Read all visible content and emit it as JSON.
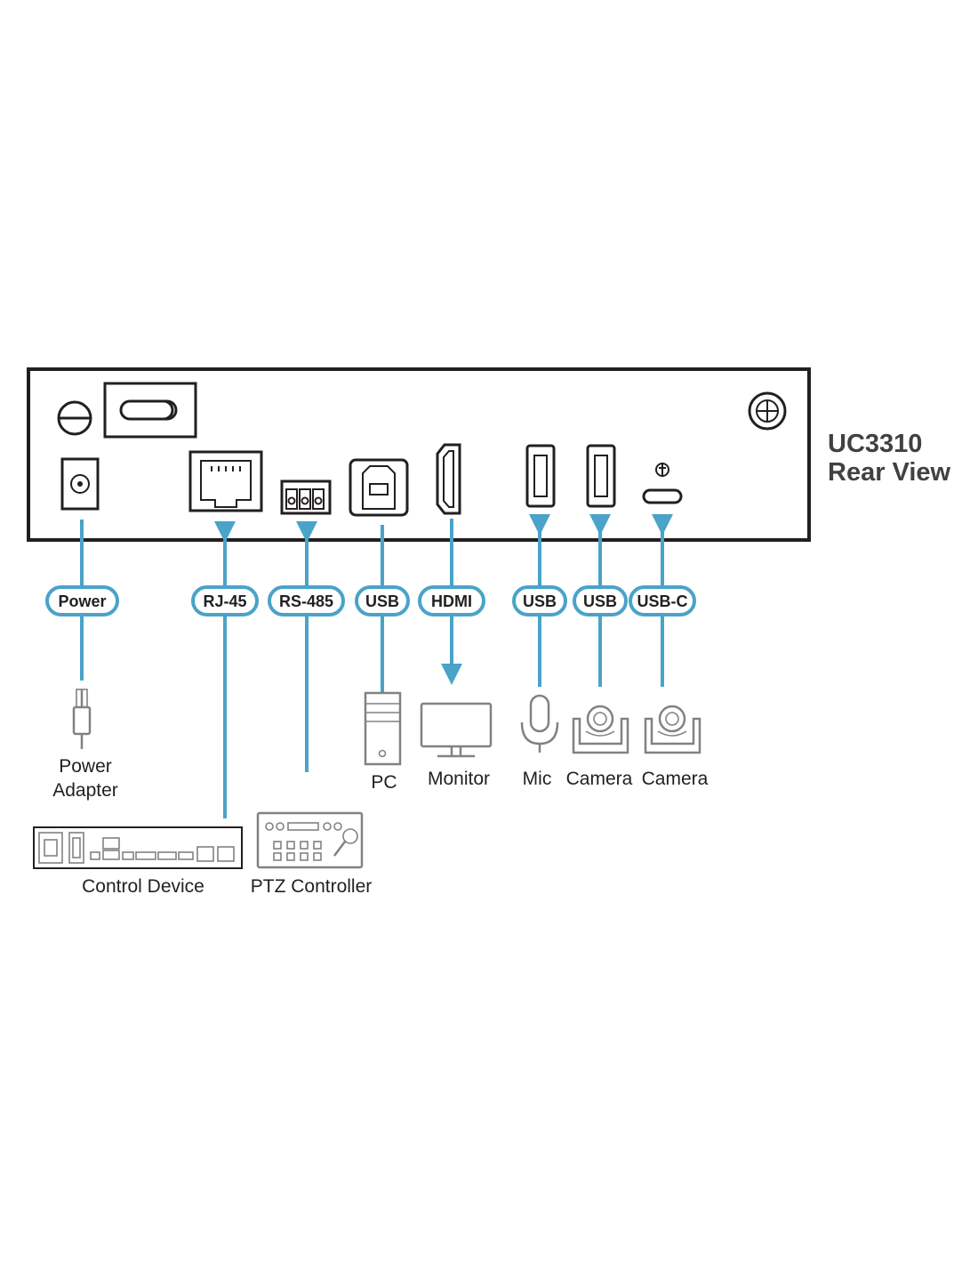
{
  "title": {
    "line1": "UC3310",
    "line2": "Rear View"
  },
  "ports": [
    {
      "label": "Power"
    },
    {
      "label": "RJ-45"
    },
    {
      "label": "RS-485"
    },
    {
      "label": "USB"
    },
    {
      "label": "HDMI"
    },
    {
      "label": "USB"
    },
    {
      "label": "USB"
    },
    {
      "label": "USB-C"
    }
  ],
  "devices": {
    "power_adapter": {
      "line1": "Power",
      "line2": "Adapter"
    },
    "pc": "PC",
    "monitor": "Monitor",
    "mic": "Mic",
    "camera1": "Camera",
    "camera2": "Camera",
    "control_device": "Control Device",
    "ptz_controller": "PTZ Controller"
  },
  "colors": {
    "connector": "#4aa3c8",
    "outline": "#231f20",
    "device_icon": "#808285"
  }
}
